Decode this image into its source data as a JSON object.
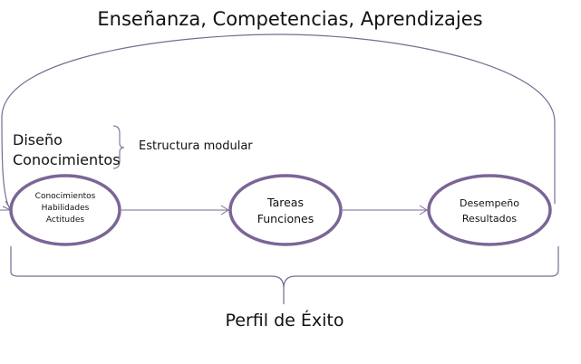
{
  "title": "Enseñanza, Competencias, Aprendizajes",
  "left_labels": [
    "Diseño",
    "Conocimientos"
  ],
  "brace_label": "Estructura modular",
  "nodes": [
    {
      "lines": [
        "Conocimientos",
        "Habilidades",
        "Actitudes"
      ]
    },
    {
      "lines": [
        "Tareas",
        "Funciones"
      ]
    },
    {
      "lines": [
        "Desempeño",
        "Resultados"
      ]
    }
  ],
  "footer": "Perfil de Éxito",
  "colors": {
    "stroke": "#7b6596",
    "thin": "#7a6a92",
    "text": "#111111"
  }
}
